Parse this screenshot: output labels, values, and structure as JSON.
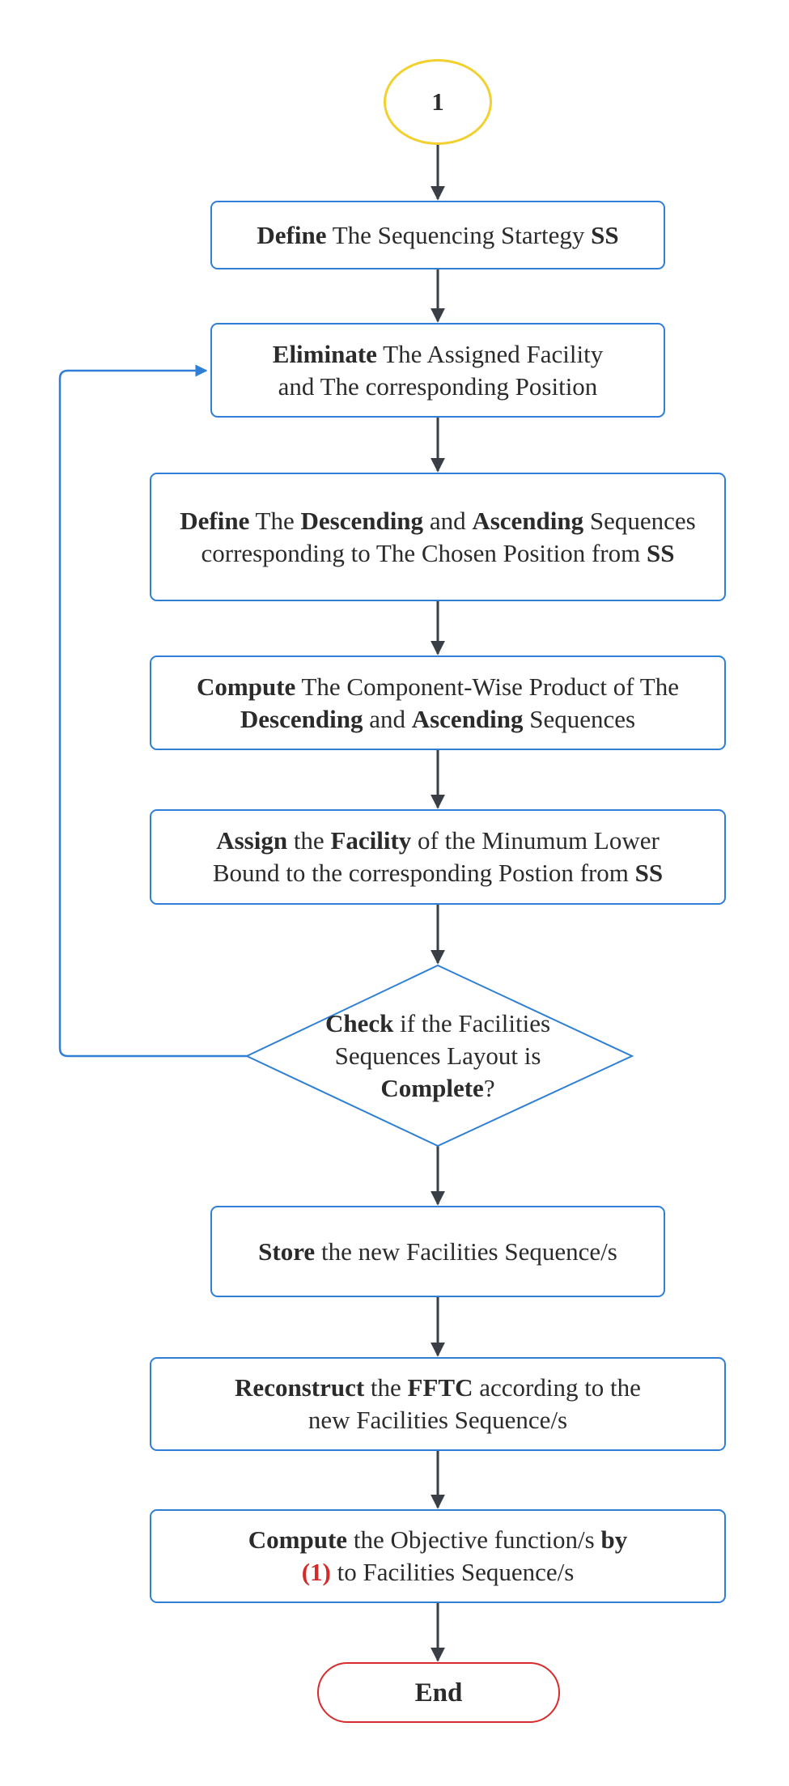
{
  "start": {
    "label": "1"
  },
  "steps": {
    "define_ss": [
      {
        "text": "Define",
        "bold": true
      },
      {
        "text": " The Sequencing Startegy "
      },
      {
        "text": "SS",
        "bold": true
      }
    ],
    "eliminate": [
      {
        "text": "Eliminate",
        "bold": true
      },
      {
        "text": " The Assigned Facility and The corresponding Position"
      }
    ],
    "define_sequences": [
      {
        "text": "Define",
        "bold": true
      },
      {
        "text": " The "
      },
      {
        "text": "Descending",
        "bold": true
      },
      {
        "text": " and "
      },
      {
        "text": "Ascending",
        "bold": true
      },
      {
        "text": " Sequences corresponding to The Chosen Position from "
      },
      {
        "text": "SS",
        "bold": true
      }
    ],
    "compute_product": [
      {
        "text": "Compute",
        "bold": true
      },
      {
        "text": " The Component-Wise Product of The "
      },
      {
        "text": "Descending",
        "bold": true
      },
      {
        "text": " and "
      },
      {
        "text": "Ascending",
        "bold": true
      },
      {
        "text": " Sequences"
      }
    ],
    "assign": [
      {
        "text": "Assign",
        "bold": true
      },
      {
        "text": " the "
      },
      {
        "text": "Facility",
        "bold": true
      },
      {
        "text": " of the Minumum Lower Bound to the corresponding Postion from "
      },
      {
        "text": "SS",
        "bold": true
      }
    ],
    "check": [
      {
        "text": "Check",
        "bold": true
      },
      {
        "text": " if the Facilities Sequences Layout is  "
      },
      {
        "text": "Complete",
        "bold": true
      },
      {
        "text": "?"
      }
    ],
    "store": [
      {
        "text": "Store",
        "bold": true
      },
      {
        "text": " the new Facilities Sequence/s"
      }
    ],
    "reconstruct": [
      {
        "text": "Reconstruct",
        "bold": true
      },
      {
        "text": " the "
      },
      {
        "text": "FFTC",
        "bold": true
      },
      {
        "text": " according to the new Facilities Sequence/s"
      }
    ],
    "compute_objective": [
      {
        "text": "Compute",
        "bold": true
      },
      {
        "text": " the Objective function/s  "
      },
      {
        "text": "by",
        "bold": true
      },
      {
        "text": " "
      },
      {
        "text": "(1)",
        "red": true
      },
      {
        "text": " to Facilities Sequence/s"
      }
    ]
  },
  "end": {
    "label": "End"
  },
  "colors": {
    "box_border": "#2f7fd6",
    "arrow": "#3a3f45",
    "loop_line": "#2f7fd6",
    "start_border": "#f2d02f",
    "end_border": "#d92b2b",
    "reference_text": "#d42a2a"
  }
}
